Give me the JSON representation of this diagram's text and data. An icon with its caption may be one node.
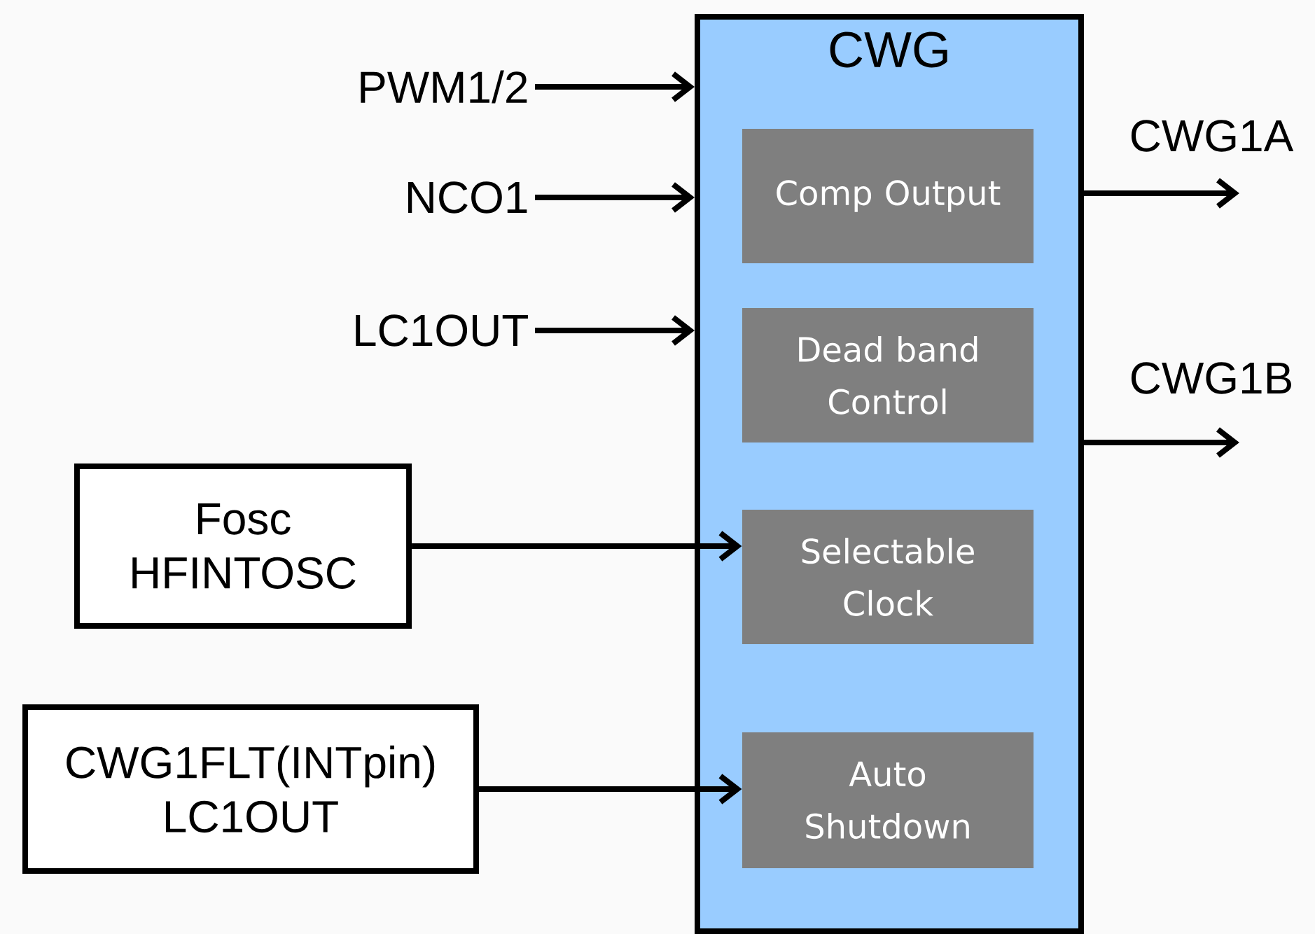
{
  "diagram": {
    "nodes": [
      {
        "text": [
          "CWG"
        ]
      },
      {
        "text": [
          "Comp Output"
        ],
        "in": 0
      },
      {
        "text": [
          "Dead band Control"
        ],
        "in": 0
      },
      {
        "text": [
          "Selectable Clock"
        ],
        "in": 0
      },
      {
        "text": [
          "Auto Shutdown"
        ],
        "in": 0
      },
      {
        "text": [
          "Fosc HFINTOSC"
        ]
      },
      {
        "text": [
          "CWG1FLT(INTpin) LC1OUT"
        ]
      },
      {
        "text": [
          "PWM1/2"
        ]
      },
      {
        "text": [
          "NCO1"
        ]
      },
      {
        "text": [
          "LC1OUT"
        ]
      }
    ],
    "edges": [
      {
        "from": 7,
        "to": 0,
        "arrow": "to"
      },
      {
        "from": 8,
        "to": 0,
        "arrow": "to"
      },
      {
        "from": 9,
        "to": 0,
        "arrow": "to"
      },
      {
        "from": 5,
        "to": 3,
        "arrow": "to"
      },
      {
        "from": 6,
        "to": 4,
        "arrow": "to"
      },
      {
        "from": 0,
        "to": null,
        "arrow": "to",
        "label": "CWG1A"
      },
      {
        "from": 0,
        "to": null,
        "arrow": "to",
        "label": "CWG1B"
      }
    ]
  }
}
